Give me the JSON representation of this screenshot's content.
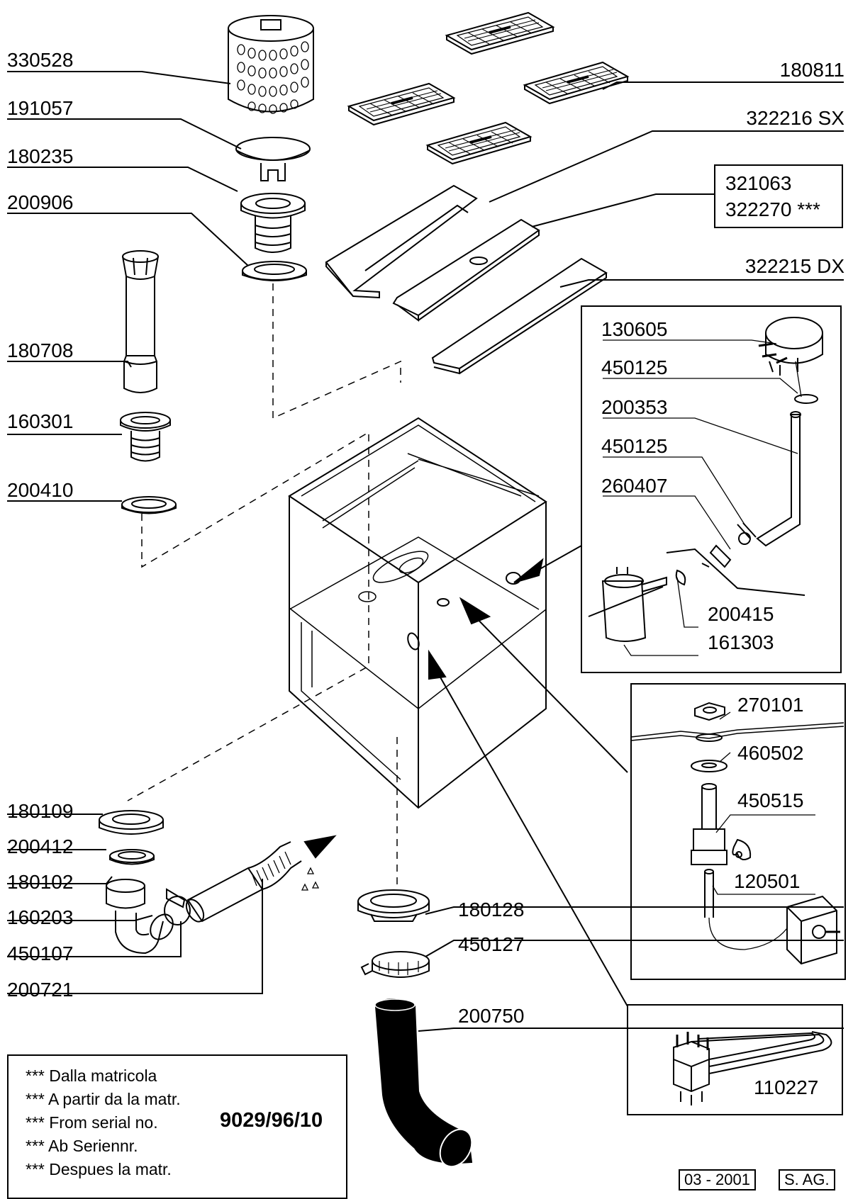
{
  "labels": {
    "p330528": "330528",
    "p191057": "191057",
    "p180235": "180235",
    "p200906": "200906",
    "p180708": "180708",
    "p160301": "160301",
    "p200410": "200410",
    "p180109": "180109",
    "p200412": "200412",
    "p180102": "180102",
    "p160203": "160203",
    "p450107": "450107",
    "p200721": "200721",
    "p180811": "180811",
    "p322216": "322216 SX",
    "p321063": "321063",
    "p322270": "322270 ***",
    "p322215": "322215 DX",
    "p130605": "130605",
    "p450125a": "450125",
    "p200353": "200353",
    "p450125b": "450125",
    "p260407": "260407",
    "p200415": "200415",
    "p161303": "161303",
    "p270101": "270101",
    "p460502": "460502",
    "p450515": "450515",
    "p120501": "120501",
    "p180128": "180128",
    "p450127": "450127",
    "p200750": "200750",
    "p110227": "110227"
  },
  "notes": [
    "*** Dalla matricola",
    "*** A partir da la matr.",
    "*** From serial no.",
    "*** Ab Seriennr.",
    "*** Despues la matr."
  ],
  "serial": "9029/96/10",
  "date_stamp": "03 - 2001",
  "author_stamp": "S. AG."
}
